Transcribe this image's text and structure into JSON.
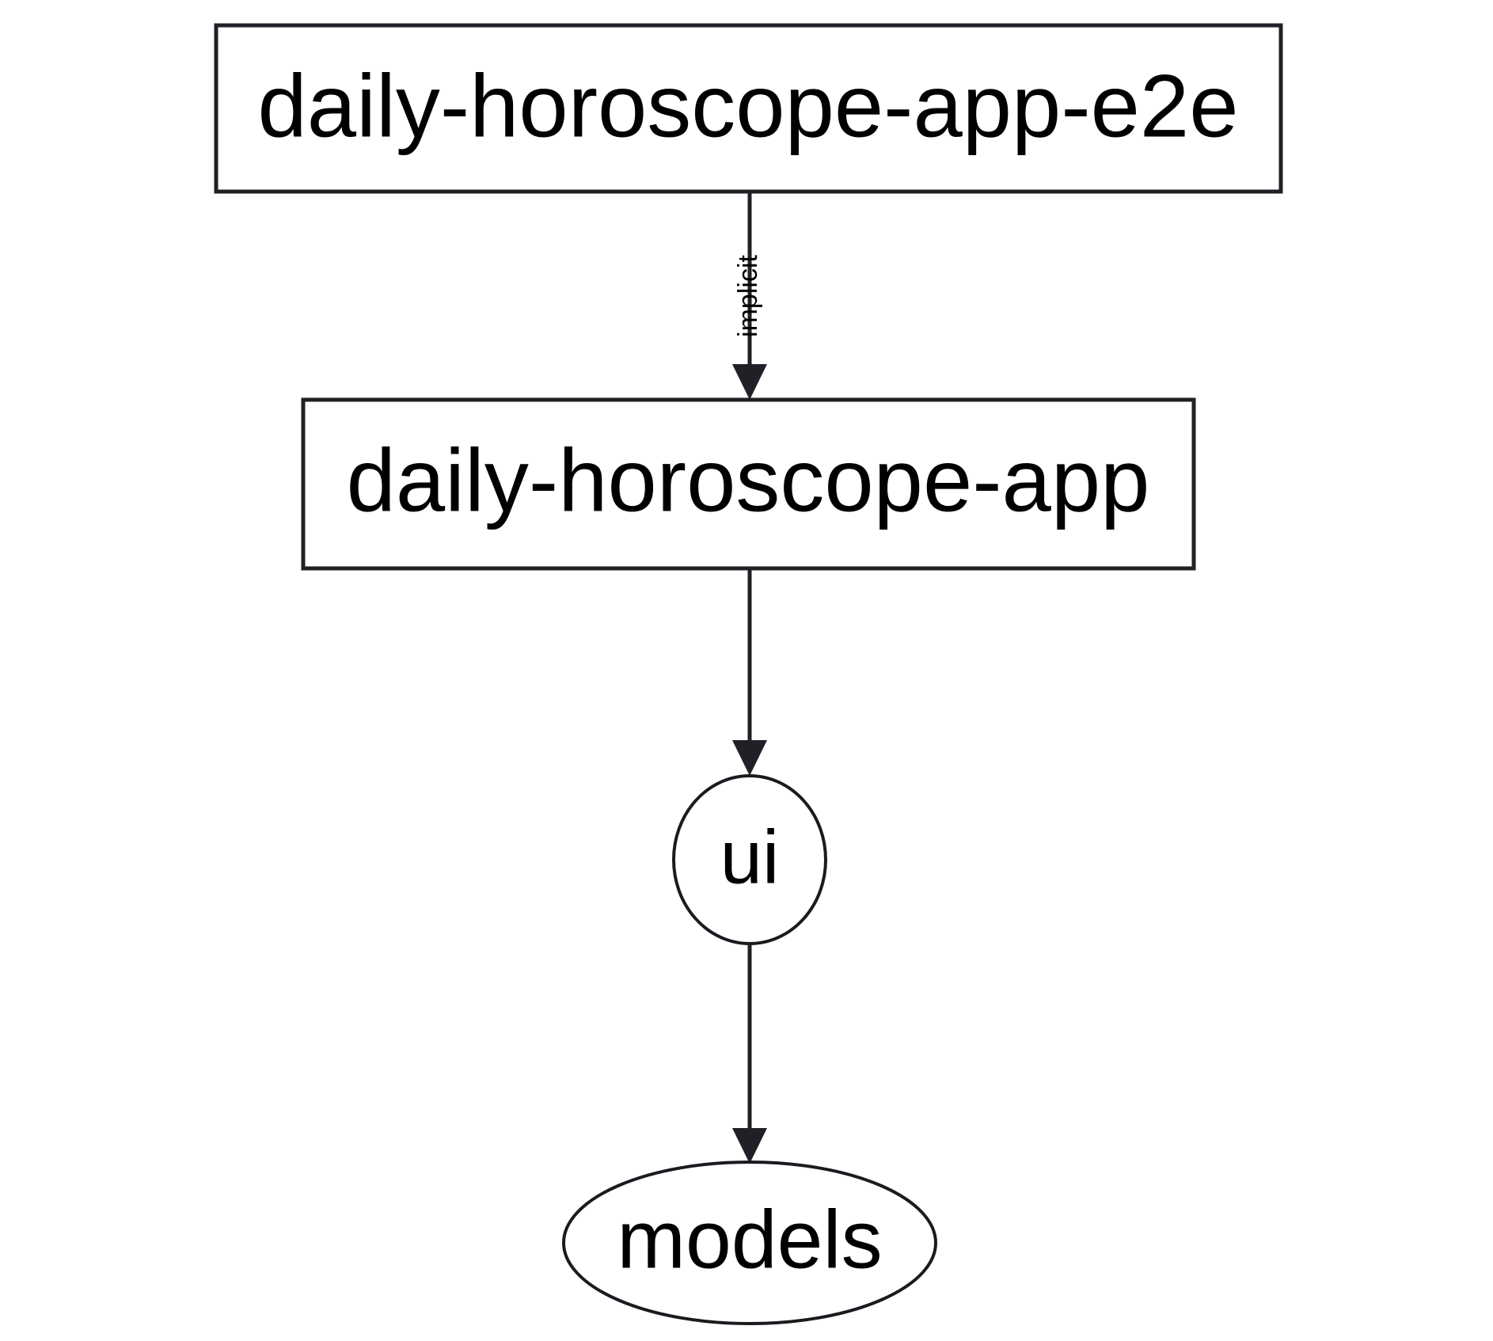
{
  "diagram": {
    "type": "dependency-graph",
    "orientation": "top-to-bottom",
    "background_color": "#ffffff",
    "stroke_color": "#231f26",
    "text_color": "#000000",
    "nodes": [
      {
        "id": "daily-horoscope-app-e2e",
        "label": "daily-horoscope-app-e2e",
        "shape": "rectangle"
      },
      {
        "id": "daily-horoscope-app",
        "label": "daily-horoscope-app",
        "shape": "rectangle"
      },
      {
        "id": "ui",
        "label": "ui",
        "shape": "ellipse"
      },
      {
        "id": "models",
        "label": "models",
        "shape": "ellipse"
      }
    ],
    "edges": [
      {
        "from": "daily-horoscope-app-e2e",
        "to": "daily-horoscope-app",
        "label": "implicit",
        "label_orientation": "vertical",
        "arrowhead": "filled-triangle"
      },
      {
        "from": "daily-horoscope-app",
        "to": "ui",
        "label": "",
        "arrowhead": "filled-triangle"
      },
      {
        "from": "ui",
        "to": "models",
        "label": "",
        "arrowhead": "filled-triangle"
      }
    ]
  }
}
